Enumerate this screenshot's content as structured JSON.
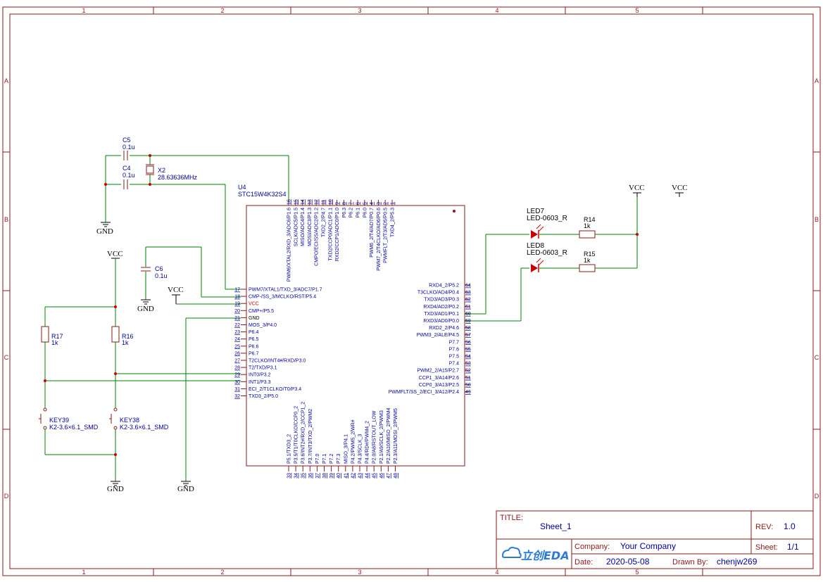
{
  "frame": {
    "columns": [
      "1",
      "2",
      "3",
      "4",
      "5"
    ],
    "rows": [
      "A",
      "B",
      "C",
      "D"
    ]
  },
  "title_block": {
    "title_label": "TITLE:",
    "title_value": "Sheet_1",
    "rev_label": "REV:",
    "rev_value": "1.0",
    "company_label": "Company:",
    "company_value": "Your Company",
    "sheet_label": "Sheet:",
    "sheet_value": "1/1",
    "date_label": "Date:",
    "date_value": "2020-05-08",
    "drawn_label": "Drawn By:",
    "drawn_value": "chenjw269",
    "logo_text": "立创EDA"
  },
  "components": {
    "c5": {
      "ref": "C5",
      "value": "0.1u"
    },
    "c4": {
      "ref": "C4",
      "value": "0.1u"
    },
    "c6": {
      "ref": "C6",
      "value": "0.1u"
    },
    "x2": {
      "ref": "X2",
      "value": "28.63636MHz"
    },
    "u4": {
      "ref": "U4",
      "value": "STC15W4K32S4"
    },
    "r14": {
      "ref": "R14",
      "value": "1k"
    },
    "r15": {
      "ref": "R15",
      "value": "1k"
    },
    "r16": {
      "ref": "R16",
      "value": "1k"
    },
    "r17": {
      "ref": "R17",
      "value": "1k"
    },
    "led7": {
      "ref": "LED7",
      "value": "LED-0603_R"
    },
    "led8": {
      "ref": "LED8",
      "value": "LED-0603_R"
    },
    "key38": {
      "ref": "KEY38",
      "value": "K2-3.6×6.1_SMD"
    },
    "key39": {
      "ref": "KEY39",
      "value": "K2-3.6×6.1_SMD"
    }
  },
  "power": {
    "vcc": "VCC",
    "gnd": "GND"
  },
  "pins_left": [
    {
      "num": "17",
      "name": "PWM7/XTAL1/TXD_3/ADC7/P1.7"
    },
    {
      "num": "18",
      "name": "CMP-/SS_3/MCLKO/RST/P5.4"
    },
    {
      "num": "19",
      "name": "VCC"
    },
    {
      "num": "20",
      "name": "CMP+/P5.5"
    },
    {
      "num": "21",
      "name": "GND"
    },
    {
      "num": "22",
      "name": "MOS_3/P4.0"
    },
    {
      "num": "23",
      "name": "P6.4"
    },
    {
      "num": "24",
      "name": "P6.5"
    },
    {
      "num": "25",
      "name": "P6.6"
    },
    {
      "num": "26",
      "name": "P6.7"
    },
    {
      "num": "27",
      "name": "T2CLKO/INT4#/RXD/P3.0"
    },
    {
      "num": "28",
      "name": "T2/TXD/P3.1"
    },
    {
      "num": "29",
      "name": "INT0/P3.2"
    },
    {
      "num": "30",
      "name": "INT1/P3.3"
    },
    {
      "num": "31",
      "name": "ECI_2/T1CLKO/T0/P3.4"
    },
    {
      "num": "32",
      "name": "TXD3_2/P5.0"
    }
  ],
  "pins_right": [
    {
      "num": "64",
      "name": "RXD4_2/P5.2"
    },
    {
      "num": "63",
      "name": "T3CLKO/AD4/P0.4"
    },
    {
      "num": "62",
      "name": "TXD3/AD3/P0.3"
    },
    {
      "num": "61",
      "name": "RXD4/AD2/P0.2"
    },
    {
      "num": "60",
      "name": "TXD3/AD1/P0.1"
    },
    {
      "num": "59",
      "name": "RXD3/AD0/P0.0"
    },
    {
      "num": "58",
      "name": "RXD2_2/P4.6"
    },
    {
      "num": "57",
      "name": "PWM3_2/ALE/P4.5"
    },
    {
      "num": "56",
      "name": "P7.7"
    },
    {
      "num": "55",
      "name": "P7.6"
    },
    {
      "num": "54",
      "name": "P7.5"
    },
    {
      "num": "53",
      "name": "P7.4"
    },
    {
      "num": "52",
      "name": "PWM2_2/A15/P2.7"
    },
    {
      "num": "51",
      "name": "CCP1_3/A14/P2.6"
    },
    {
      "num": "50",
      "name": "CCP0_3/A13/P2.5"
    },
    {
      "num": "49",
      "name": "PWMFLT/SS_2/ECI_3/A12/P2.4"
    }
  ],
  "pins_top": [
    {
      "num": "16",
      "name": "PWM6/XTAL2/RXD_3/ADC6/P1.6"
    },
    {
      "num": "15",
      "name": "SCLK/ADC5/P1.5"
    },
    {
      "num": "14",
      "name": "MISO/ADC4/P1.4"
    },
    {
      "num": "13",
      "name": "MOSI/ADC3/P1.3"
    },
    {
      "num": "12",
      "name": "CMPO/ECI/SS/ADC2/P1.2"
    },
    {
      "num": "11",
      "name": "TXD2_2/P4.7"
    },
    {
      "num": "10",
      "name": "TXD2/CCP0/ADC1/P1.1"
    },
    {
      "num": "9",
      "name": "RXD2/CCP1/ADC0/P1.0"
    },
    {
      "num": "8",
      "name": "P6.3"
    },
    {
      "num": "7",
      "name": "P6.2"
    },
    {
      "num": "6",
      "name": "P6.1"
    },
    {
      "num": "5",
      "name": "P6.0"
    },
    {
      "num": "4",
      "name": "PWM6_2/T4/AD7/P0.7"
    },
    {
      "num": "3",
      "name": "PWM7_2/T4CLKO/AD6/P0.6"
    },
    {
      "num": "2",
      "name": "PWMFLT_2/T3/AD5/P0.5"
    },
    {
      "num": "1",
      "name": "TXD4_2/P5.3"
    }
  ],
  "pins_bottom": [
    {
      "num": "33",
      "name": "P5.1/TXD3_2"
    },
    {
      "num": "34",
      "name": "P3.5/T1/T0CLKO/CCP0_2"
    },
    {
      "num": "35",
      "name": "P3.6/INT2#/RXD_2/CCP1_2"
    },
    {
      "num": "36",
      "name": "P3.7/INT3/TXD_2/PWM2"
    },
    {
      "num": "37",
      "name": "P7.0"
    },
    {
      "num": "38",
      "name": "P7.1"
    },
    {
      "num": "39",
      "name": "P7.2"
    },
    {
      "num": "40",
      "name": "P7.3"
    },
    {
      "num": "41",
      "name": "MISO_3/P4.1"
    },
    {
      "num": "42",
      "name": "P4.2/PWM5_2/WR#"
    },
    {
      "num": "43",
      "name": "P4.3/SCLK_3"
    },
    {
      "num": "44",
      "name": "P4.4/RD#/PWM4_2"
    },
    {
      "num": "45",
      "name": "P2.0/A8/RSTOUT_LOW"
    },
    {
      "num": "46",
      "name": "P2.1/A9/SCLK_2/PWM3"
    },
    {
      "num": "47",
      "name": "P2.2/A10/MISO_2/PWM4"
    },
    {
      "num": "48",
      "name": "P2.3/A11/MOSI_2/PWM5"
    }
  ]
}
